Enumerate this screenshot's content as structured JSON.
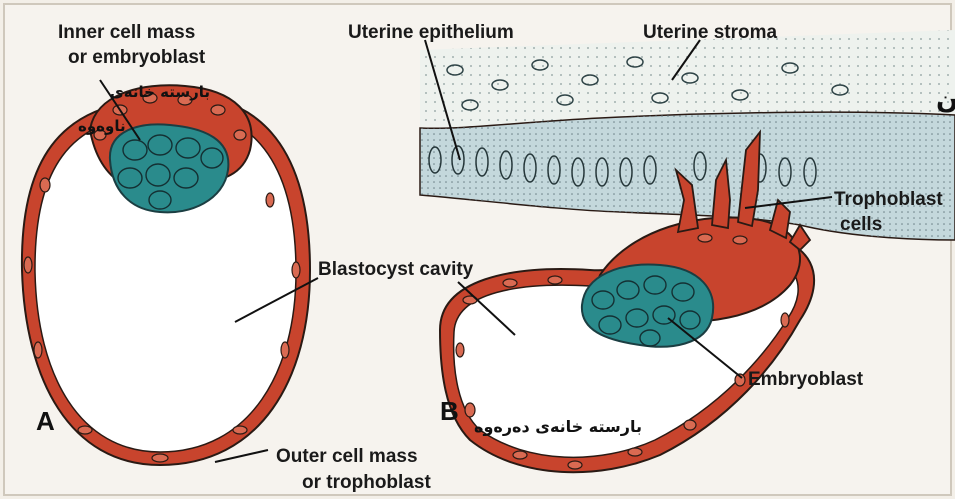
{
  "labels": {
    "inner_cell_mass": "Inner cell mass",
    "or_embryoblast": "or embryoblast",
    "uterine_epithelium": "Uterine epithelium",
    "uterine_stroma": "Uterine stroma",
    "uterine_wall_ku": "دیواری منالدان",
    "inner_mass_ku_1": "بارستە خانەی",
    "inner_mass_ku_2": "ناوەوە",
    "blastocyst_cavity": "Blastocyst cavity",
    "trophoblast_1": "Trophoblast",
    "trophoblast_2": "cells",
    "embryoblast": "Embryoblast",
    "outer_mass_ku": "بارستە خانەی دەرەوە",
    "outer_cell_mass": "Outer cell mass",
    "or_trophoblast": "or trophoblast",
    "panel_a": "A",
    "panel_b": "B"
  },
  "colors": {
    "trophoblast": "#c8442d",
    "embryoblast": "#2a8b8c",
    "epithelium": "#c4d8dc",
    "stroma": "#eef2ee",
    "outline": "#2a1a14"
  }
}
